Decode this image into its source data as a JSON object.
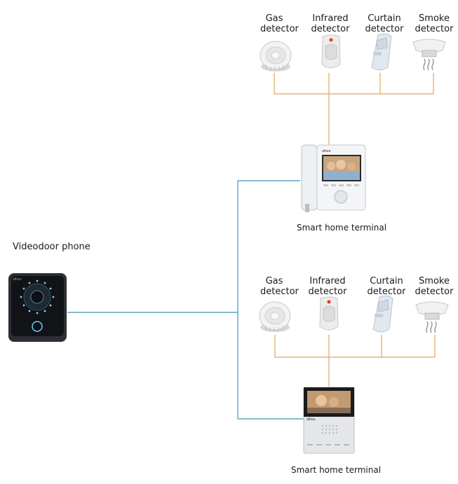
{
  "video_door_phone": {
    "line1": "Video",
    "line2": "door phone"
  },
  "groups": [
    {
      "terminal_label": "Smart home terminal",
      "detectors": [
        {
          "line1": "Gas",
          "line2": "detector",
          "icon": "smoke-detector-round-icon"
        },
        {
          "line1": "Infrared",
          "line2": "detector",
          "icon": "pir-sensor-icon"
        },
        {
          "line1": "Curtain",
          "line2": "detector",
          "icon": "curtain-sensor-icon"
        },
        {
          "line1": "Smoke",
          "line2": "detector",
          "icon": "smoke-detector-icon"
        }
      ]
    },
    {
      "terminal_label": "Smart home terminal",
      "detectors": [
        {
          "line1": "Gas",
          "line2": "detector",
          "icon": "smoke-detector-round-icon"
        },
        {
          "line1": "Infrared",
          "line2": "detector",
          "icon": "pir-sensor-icon"
        },
        {
          "line1": "Curtain",
          "line2": "detector",
          "icon": "curtain-sensor-icon"
        },
        {
          "line1": "Smoke",
          "line2": "detector",
          "icon": "smoke-detector-icon"
        }
      ]
    }
  ],
  "colors": {
    "bus_wire": "#3a95b8",
    "detector_wire": "#e8a25a"
  }
}
